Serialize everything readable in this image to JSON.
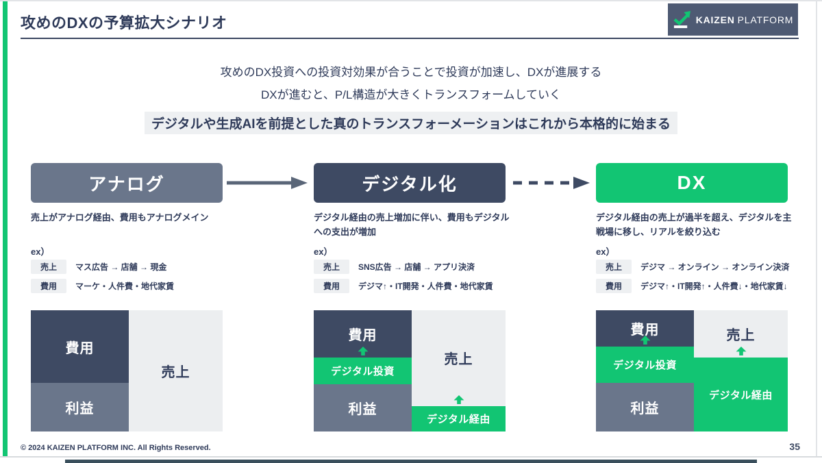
{
  "slide": {
    "title": "攻めのDXの予算拡大シナリオ",
    "footer": "© 2024 KAIZEN PLATFORM INC. All Rights Reserved.",
    "page_number": "35"
  },
  "logo": {
    "brand_first": "KAIZEN",
    "brand_second": "PLATFORM"
  },
  "intro": {
    "line1": "攻めのDX投資への投資対効果が合うことで投資が加速し、DXが進展する",
    "line2": "DXが進むと、P/L構造が大きくトランスフォームしていく",
    "line3_highlight": "デジタルや生成AIを前提とした真のトランスフォーメーションはこれから本格的に始まる"
  },
  "columns": [
    {
      "stage_label": "アナログ",
      "description": "売上がアナログ経由、費用もアナログメイン",
      "ex_label": "ex）",
      "examples": [
        {
          "label": "売上",
          "value": "マス広告 → 店舗 → 現金"
        },
        {
          "label": "費用",
          "value": "マーケ・人件費・地代家賃"
        }
      ],
      "pl": {
        "left": [
          {
            "label": "費用",
            "pct": 60
          },
          {
            "label": "利益",
            "pct": 40
          }
        ],
        "right": [
          {
            "label": "売上",
            "pct": 100
          }
        ]
      }
    },
    {
      "stage_label": "デジタル化",
      "description": "デジタル経由の売上増加に伴い、費用もデジタルへの支出が増加",
      "ex_label": "ex）",
      "examples": [
        {
          "label": "売上",
          "value": "SNS広告 → 店舗 → アプリ決済"
        },
        {
          "label": "費用",
          "value": "デジマ↑・IT開発・人件費・地代家賃"
        }
      ],
      "pl": {
        "left": [
          {
            "label": "費用",
            "pct": 39
          },
          {
            "label": "デジタル投資",
            "pct": 22
          },
          {
            "label": "利益",
            "pct": 39
          }
        ],
        "right": [
          {
            "label": "売上",
            "pct": 79
          },
          {
            "label": "デジタル経由",
            "pct": 21
          }
        ]
      }
    },
    {
      "stage_label": "DX",
      "description": "デジタル経由の売上が過半を超え、デジタルを主戦場に移し、リアルを絞り込む",
      "ex_label": "ex）",
      "examples": [
        {
          "label": "売上",
          "value": "デジマ → オンライン → オンライン決済"
        },
        {
          "label": "費用",
          "value": "デジマ↑・IT開発↑・人件費↓・地代家賃↓"
        }
      ],
      "pl": {
        "left": [
          {
            "label": "費用",
            "pct": 30
          },
          {
            "label": "デジタル投資",
            "pct": 30
          },
          {
            "label": "利益",
            "pct": 40
          }
        ],
        "right": [
          {
            "label": "売上",
            "pct": 39
          },
          {
            "label": "デジタル経由",
            "pct": 61
          }
        ]
      }
    }
  ],
  "colors": {
    "accent_green": "#12c573",
    "navy": "#3e4a63",
    "slate": "#6a768b",
    "light_gray": "#eceef0",
    "text": "#2e3a59"
  }
}
